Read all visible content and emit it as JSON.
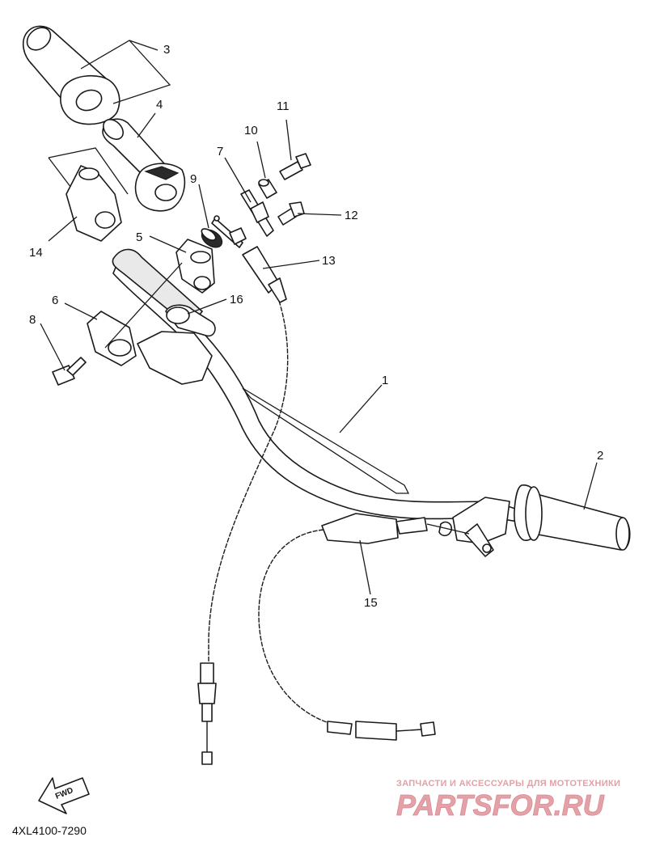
{
  "diagram": {
    "part_code": "4XL4100-7290",
    "fwd_label": "FWD",
    "callouts": [
      {
        "id": "c3",
        "label": "3"
      },
      {
        "id": "c4",
        "label": "4"
      },
      {
        "id": "c5",
        "label": "5"
      },
      {
        "id": "c6",
        "label": "6"
      },
      {
        "id": "c7",
        "label": "7"
      },
      {
        "id": "c8",
        "label": "8"
      },
      {
        "id": "c9",
        "label": "9"
      },
      {
        "id": "c10",
        "label": "10"
      },
      {
        "id": "c11",
        "label": "11"
      },
      {
        "id": "c12",
        "label": "12"
      },
      {
        "id": "c13",
        "label": "13"
      },
      {
        "id": "c14",
        "label": "14"
      },
      {
        "id": "c16",
        "label": "16"
      },
      {
        "id": "c1",
        "label": "1"
      },
      {
        "id": "c2",
        "label": "2"
      },
      {
        "id": "c15",
        "label": "15"
      }
    ]
  },
  "watermark": {
    "tagline": "ЗАПЧАСТИ И АКСЕССУАРЫ ДЛЯ МОТОТЕХНИКИ",
    "brand": "PARTSFOR.RU"
  }
}
